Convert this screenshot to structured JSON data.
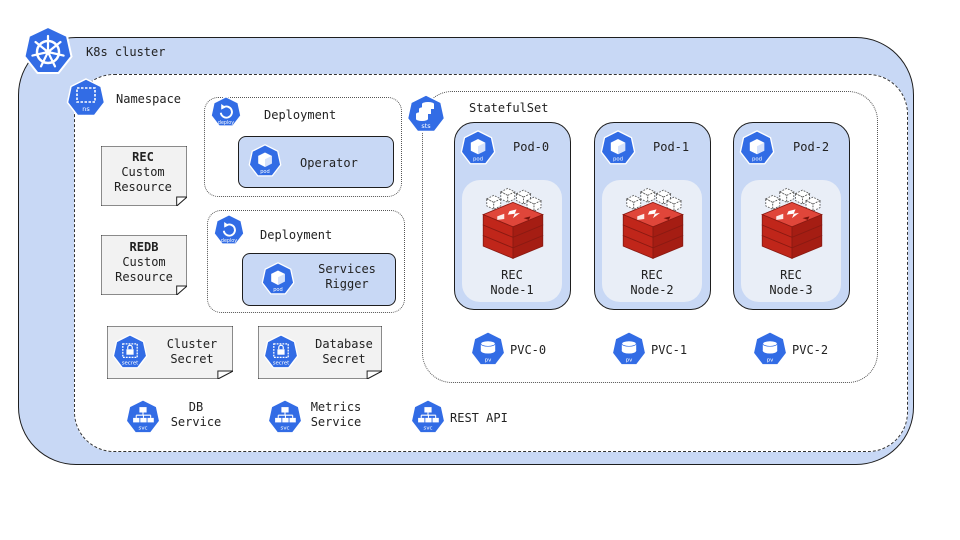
{
  "cluster": {
    "title": "K8s cluster"
  },
  "namespace": {
    "title": "Namespace",
    "icon_label": "ns"
  },
  "deployments": [
    {
      "title": "Deployment",
      "icon_label": "deploy",
      "pod_label": "pod",
      "content": [
        "Operator"
      ]
    },
    {
      "title": "Deployment",
      "icon_label": "deploy",
      "pod_label": "pod",
      "content": [
        "Services",
        "Rigger"
      ]
    }
  ],
  "custom_resources": [
    {
      "name": "REC",
      "line2": "Custom",
      "line3": "Resource"
    },
    {
      "name": "REDB",
      "line2": "Custom",
      "line3": "Resource"
    }
  ],
  "secrets": [
    {
      "icon_label": "secret",
      "line1": "Cluster",
      "line2": "Secret"
    },
    {
      "icon_label": "secret",
      "line1": "Database",
      "line2": "Secret"
    }
  ],
  "services": [
    {
      "icon_label": "svc",
      "line1": "DB",
      "line2": "Service"
    },
    {
      "icon_label": "svc",
      "line1": "Metrics",
      "line2": "Service"
    },
    {
      "icon_label": "svc",
      "line1": "REST API",
      "line2": ""
    }
  ],
  "statefulset": {
    "title": "StatefulSet",
    "icon_label": "sts",
    "pods": [
      {
        "name": "Pod-0",
        "icon_label": "pod",
        "line1": "REC",
        "line2": "Node-1"
      },
      {
        "name": "Pod-1",
        "icon_label": "pod",
        "line1": "REC",
        "line2": "Node-2"
      },
      {
        "name": "Pod-2",
        "icon_label": "pod",
        "line1": "REC",
        "line2": "Node-3"
      }
    ],
    "pvcs": [
      {
        "name": "PVC-0",
        "icon_label": "pv"
      },
      {
        "name": "PVC-1",
        "icon_label": "pv"
      },
      {
        "name": "PVC-2",
        "icon_label": "pv"
      }
    ]
  },
  "colors": {
    "k8s_blue": "#326ce5",
    "cluster_fill": "#c8d8f5",
    "redis_red": "#d82c20",
    "paper": "#f2f2f2"
  }
}
